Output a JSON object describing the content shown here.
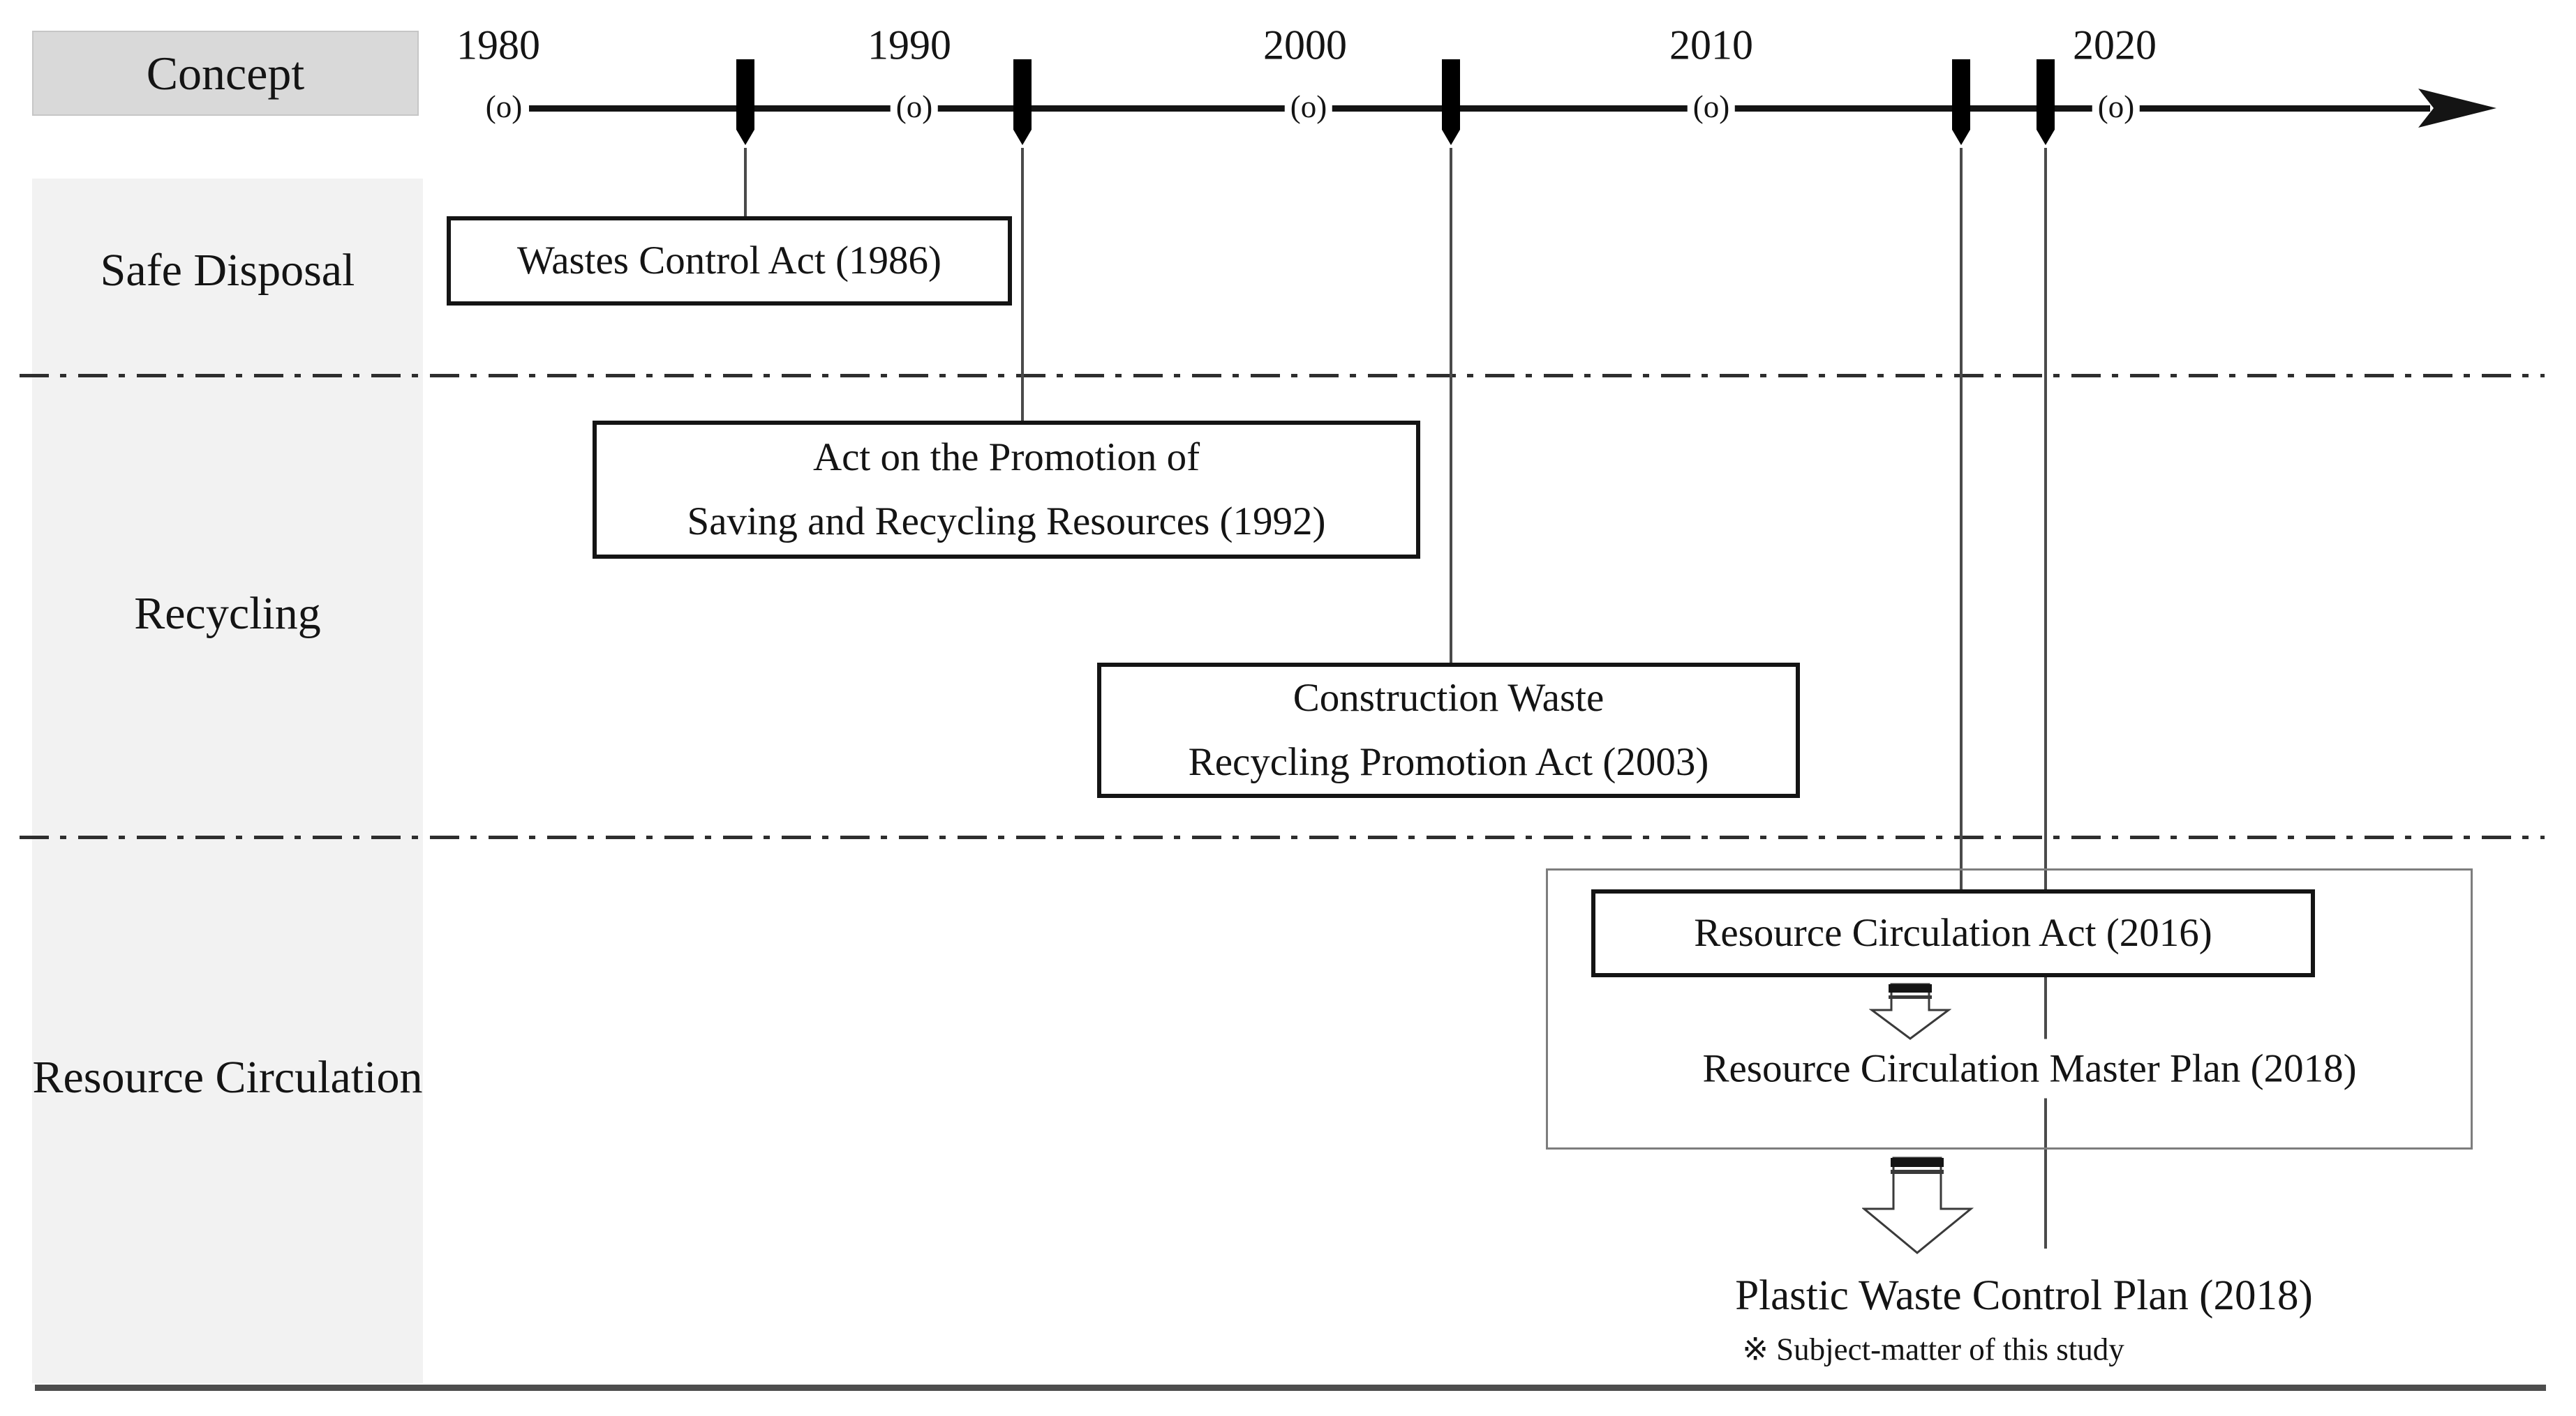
{
  "header": {
    "concept_label": "Concept"
  },
  "timeline": {
    "years": [
      "1980",
      "1990",
      "2000",
      "2010",
      "2020"
    ],
    "origin_marker": "(o)",
    "tick_years": [
      "1986",
      "1992",
      "2003",
      "2016",
      "2018"
    ]
  },
  "rows": [
    {
      "label": "Safe Disposal"
    },
    {
      "label": "Recycling"
    },
    {
      "label": "Resource Circulation"
    }
  ],
  "events": {
    "wastes_control_act": "Wastes Control Act (1986)",
    "promotion_act_line1": "Act on the Promotion of",
    "promotion_act_line2": "Saving and Recycling Resources (1992)",
    "construction_act_line1": "Construction Waste",
    "construction_act_line2": "Recycling Promotion Act (2003)",
    "resource_circulation_act": "Resource Circulation Act (2016)",
    "master_plan": "Resource Circulation Master Plan (2018)",
    "plastic_plan": "Plastic Waste Control Plan (2018)",
    "note": "※ Subject-matter of this study"
  },
  "colors": {
    "header_fill": "#d9d9d9",
    "row_band_fill": "#f2f2f2",
    "line_black": "#141414",
    "drop_line_gray": "#4a4a4a",
    "outer_box_border": "#7d7d7d",
    "divider": "#2e2e2e",
    "bottom_rule": "#4d4d4d"
  }
}
